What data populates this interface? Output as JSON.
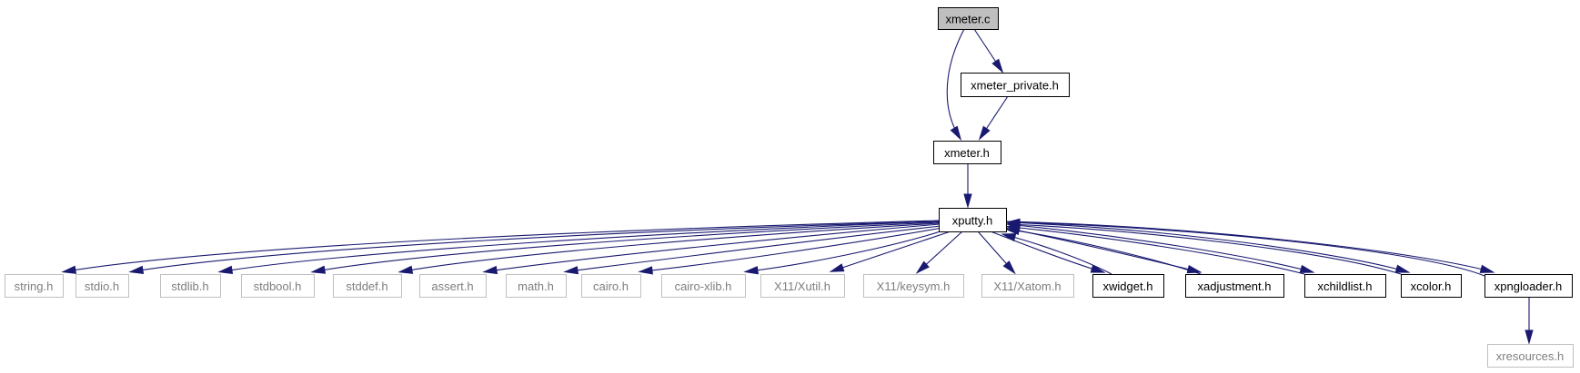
{
  "colors": {
    "edge": "#191970",
    "root_fill": "#bfbfbf",
    "node_fill": "#ffffff",
    "documented_border": "#000000",
    "external_border": "#bfbfbf",
    "external_text": "#7f7f7f"
  },
  "nodes": {
    "xmeter_c": {
      "label": "xmeter.c",
      "kind": "root"
    },
    "xmeter_private_h": {
      "label": "xmeter_private.h",
      "kind": "documented"
    },
    "xmeter_h": {
      "label": "xmeter.h",
      "kind": "documented"
    },
    "xputty_h": {
      "label": "xputty.h",
      "kind": "documented"
    },
    "string_h": {
      "label": "string.h",
      "kind": "external"
    },
    "stdio_h": {
      "label": "stdio.h",
      "kind": "external"
    },
    "stdlib_h": {
      "label": "stdlib.h",
      "kind": "external"
    },
    "stdbool_h": {
      "label": "stdbool.h",
      "kind": "external"
    },
    "stddef_h": {
      "label": "stddef.h",
      "kind": "external"
    },
    "assert_h": {
      "label": "assert.h",
      "kind": "external"
    },
    "math_h": {
      "label": "math.h",
      "kind": "external"
    },
    "cairo_h": {
      "label": "cairo.h",
      "kind": "external"
    },
    "cairo_xlib_h": {
      "label": "cairo-xlib.h",
      "kind": "external"
    },
    "x11_xutil_h": {
      "label": "X11/Xutil.h",
      "kind": "external"
    },
    "x11_keysym_h": {
      "label": "X11/keysym.h",
      "kind": "external"
    },
    "x11_xatom_h": {
      "label": "X11/Xatom.h",
      "kind": "external"
    },
    "xwidget_h": {
      "label": "xwidget.h",
      "kind": "documented"
    },
    "xadjustment_h": {
      "label": "xadjustment.h",
      "kind": "documented"
    },
    "xchildlist_h": {
      "label": "xchildlist.h",
      "kind": "documented"
    },
    "xcolor_h": {
      "label": "xcolor.h",
      "kind": "documented"
    },
    "xpngloader_h": {
      "label": "xpngloader.h",
      "kind": "documented"
    },
    "xresources_h": {
      "label": "xresources.h",
      "kind": "external"
    }
  },
  "edges": [
    [
      "xmeter_c",
      "xmeter_private_h"
    ],
    [
      "xmeter_c",
      "xmeter_h"
    ],
    [
      "xmeter_private_h",
      "xmeter_h"
    ],
    [
      "xmeter_h",
      "xputty_h"
    ],
    [
      "xputty_h",
      "string_h"
    ],
    [
      "xputty_h",
      "stdio_h"
    ],
    [
      "xputty_h",
      "stdlib_h"
    ],
    [
      "xputty_h",
      "stdbool_h"
    ],
    [
      "xputty_h",
      "stddef_h"
    ],
    [
      "xputty_h",
      "assert_h"
    ],
    [
      "xputty_h",
      "math_h"
    ],
    [
      "xputty_h",
      "cairo_h"
    ],
    [
      "xputty_h",
      "cairo_xlib_h"
    ],
    [
      "xputty_h",
      "x11_xutil_h"
    ],
    [
      "xputty_h",
      "x11_keysym_h"
    ],
    [
      "xputty_h",
      "x11_xatom_h"
    ],
    [
      "xputty_h",
      "xwidget_h"
    ],
    [
      "xputty_h",
      "xadjustment_h"
    ],
    [
      "xputty_h",
      "xchildlist_h"
    ],
    [
      "xputty_h",
      "xcolor_h"
    ],
    [
      "xputty_h",
      "xpngloader_h"
    ],
    [
      "xwidget_h",
      "xputty_h"
    ],
    [
      "xadjustment_h",
      "xputty_h"
    ],
    [
      "xchildlist_h",
      "xputty_h"
    ],
    [
      "xcolor_h",
      "xputty_h"
    ],
    [
      "xpngloader_h",
      "xputty_h"
    ],
    [
      "xpngloader_h",
      "xresources_h"
    ]
  ]
}
